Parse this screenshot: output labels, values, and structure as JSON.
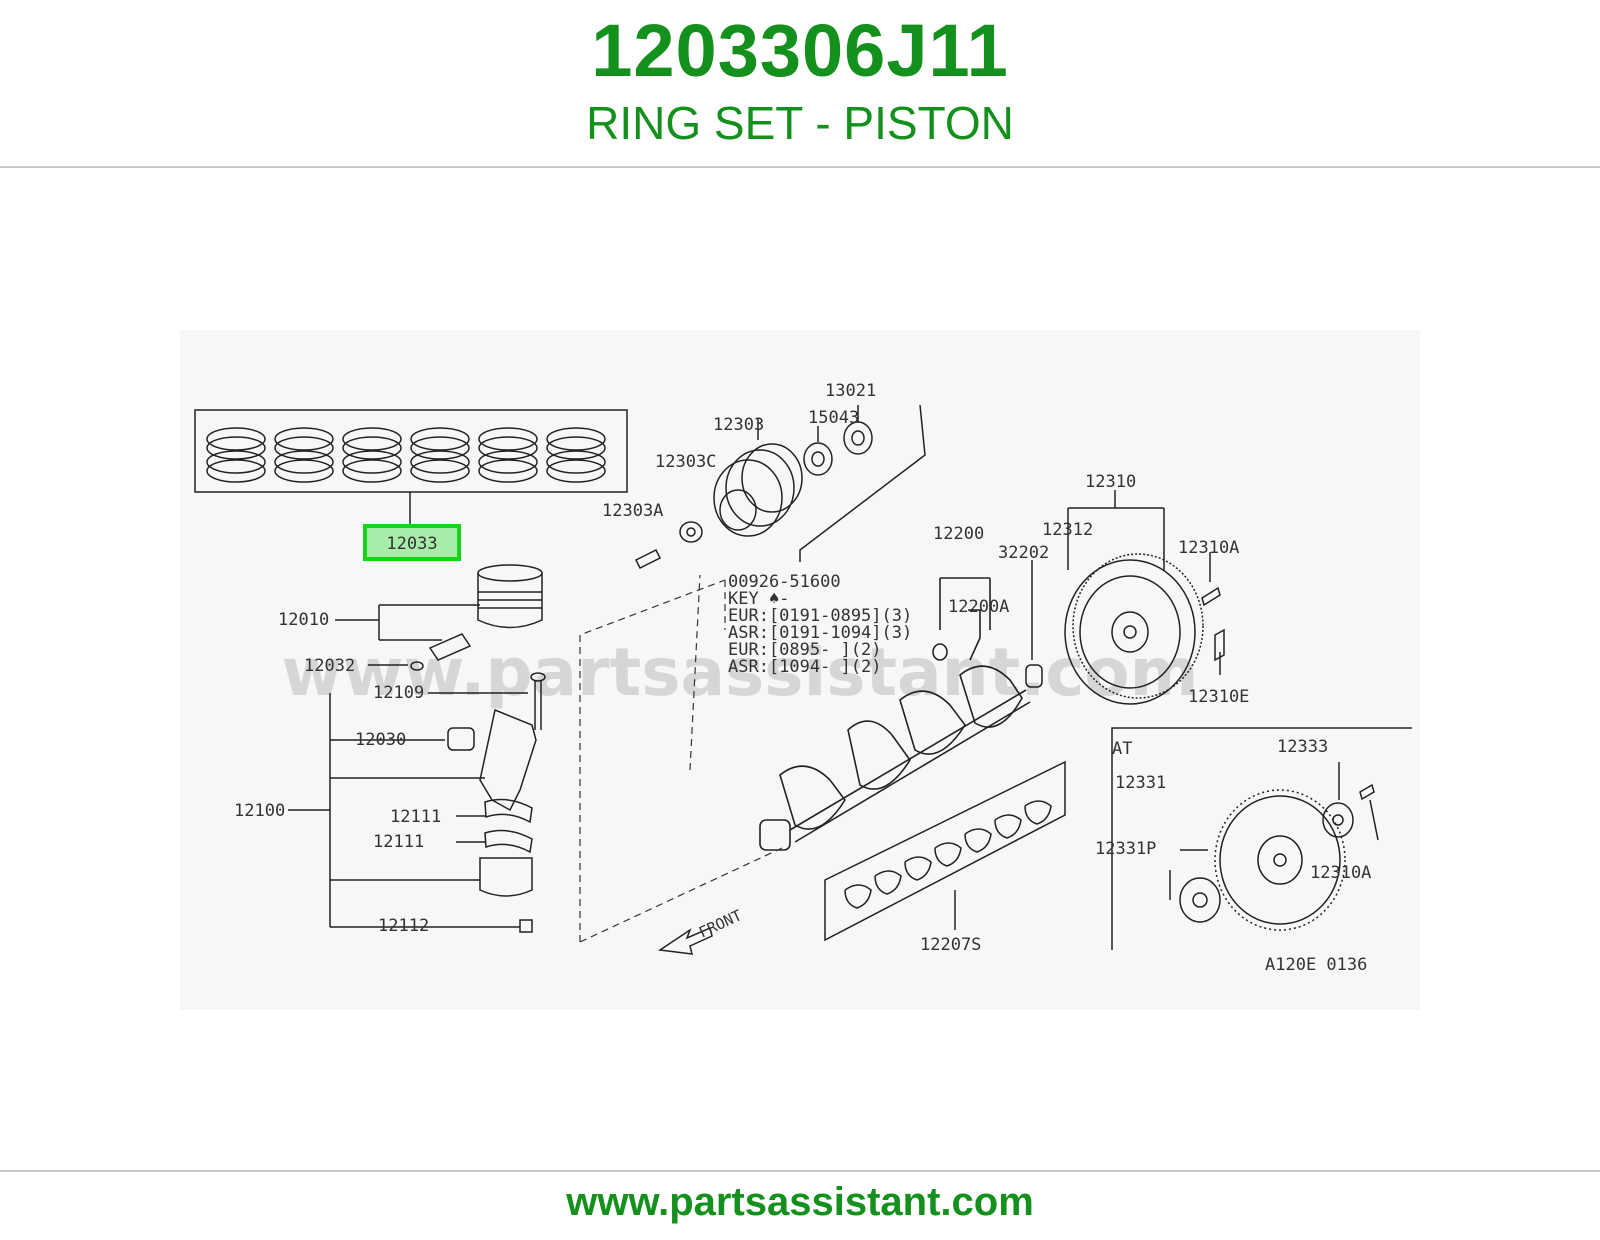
{
  "header": {
    "part_number": "1203306J11",
    "part_title": "RING SET - PISTON"
  },
  "footer": {
    "site_url": "www.partsassistant.com"
  },
  "diagram": {
    "watermark": "www.partsassistant.com",
    "figure_code": "A120E 0136",
    "front_label": "FRONT",
    "at_label": "AT",
    "highlight_color": "#14d414",
    "highlighted_part": "12033",
    "part_labels": {
      "p13021": "13021",
      "p12303": "12303",
      "p15043": "15043",
      "p12303c": "12303C",
      "p12303a": "12303A",
      "p12310": "12310",
      "p12312": "12312",
      "p12310a_top": "12310A",
      "p12200": "12200",
      "p32202": "32202",
      "p12200a": "12200A",
      "p12310e": "12310E",
      "p12010": "12010",
      "p12032": "12032",
      "p12109": "12109",
      "p12030": "12030",
      "p12100": "12100",
      "p12111a": "12111",
      "p12111b": "12111",
      "p12112": "12112",
      "p12333": "12333",
      "p12331": "12331",
      "p12331p": "12331P",
      "p12310a_bottom": "12310A",
      "p12207s": "12207S"
    },
    "key_note": {
      "line1": "00926-51600",
      "line2": "KEY  ♠-",
      "line3": "EUR:[0191-0895](3)",
      "line4": "ASR:[0191-1094](3)",
      "line5": "EUR:[0895-     ](2)",
      "line6": "ASR:[1094-     ](2)"
    }
  }
}
